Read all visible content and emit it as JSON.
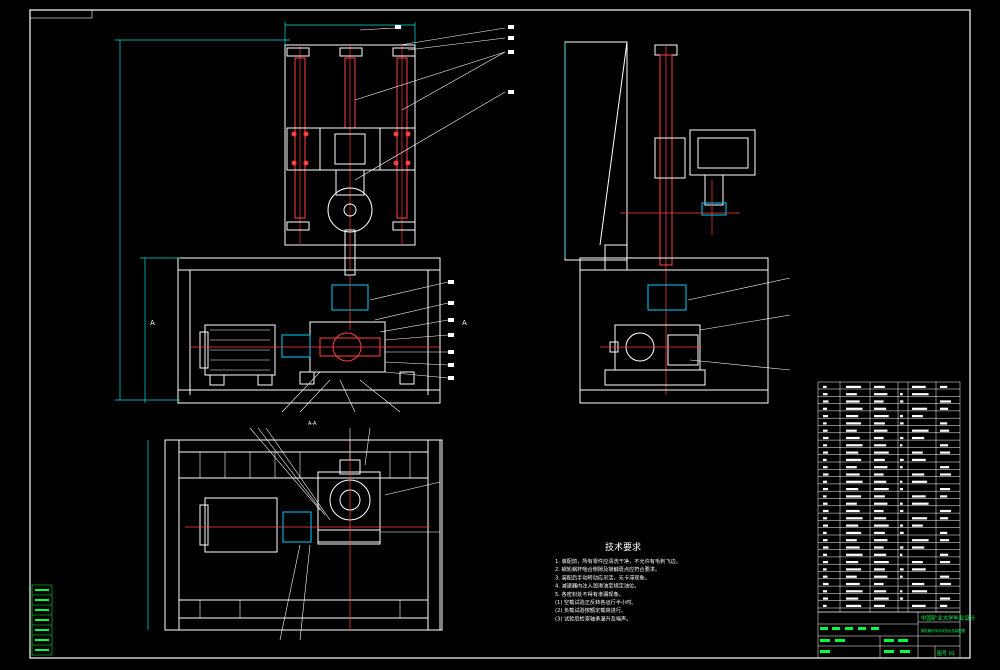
{
  "drawing": {
    "title_block": {
      "school_label": "中国矿业大学毕业设计",
      "drawing_name": "蜗轮蜗杆传动试验台总装配图",
      "drawing_code": "图号 01"
    },
    "technical_requirements": {
      "heading": "技术要求",
      "items": [
        "1. 装配前，所有零件应清洗干净，不允许有毛刺飞边。",
        "2. 蜗轮蜗杆啮合侧隙及接触斑点应符合要求。",
        "3. 装配后手动转动应灵活，无卡滞现象。",
        "4. 减速器内注入润滑油至规定油位。",
        "5. 各密封处不得有渗漏现象。",
        "(1) 空载试验正反转各运行半小时。",
        "(2) 负载试验按额定载荷进行。",
        "(3) 试验后检查轴承温升及噪声。"
      ]
    },
    "section_labels": {
      "a_left": "A",
      "a_right": "A",
      "section_view": "A-A"
    }
  }
}
